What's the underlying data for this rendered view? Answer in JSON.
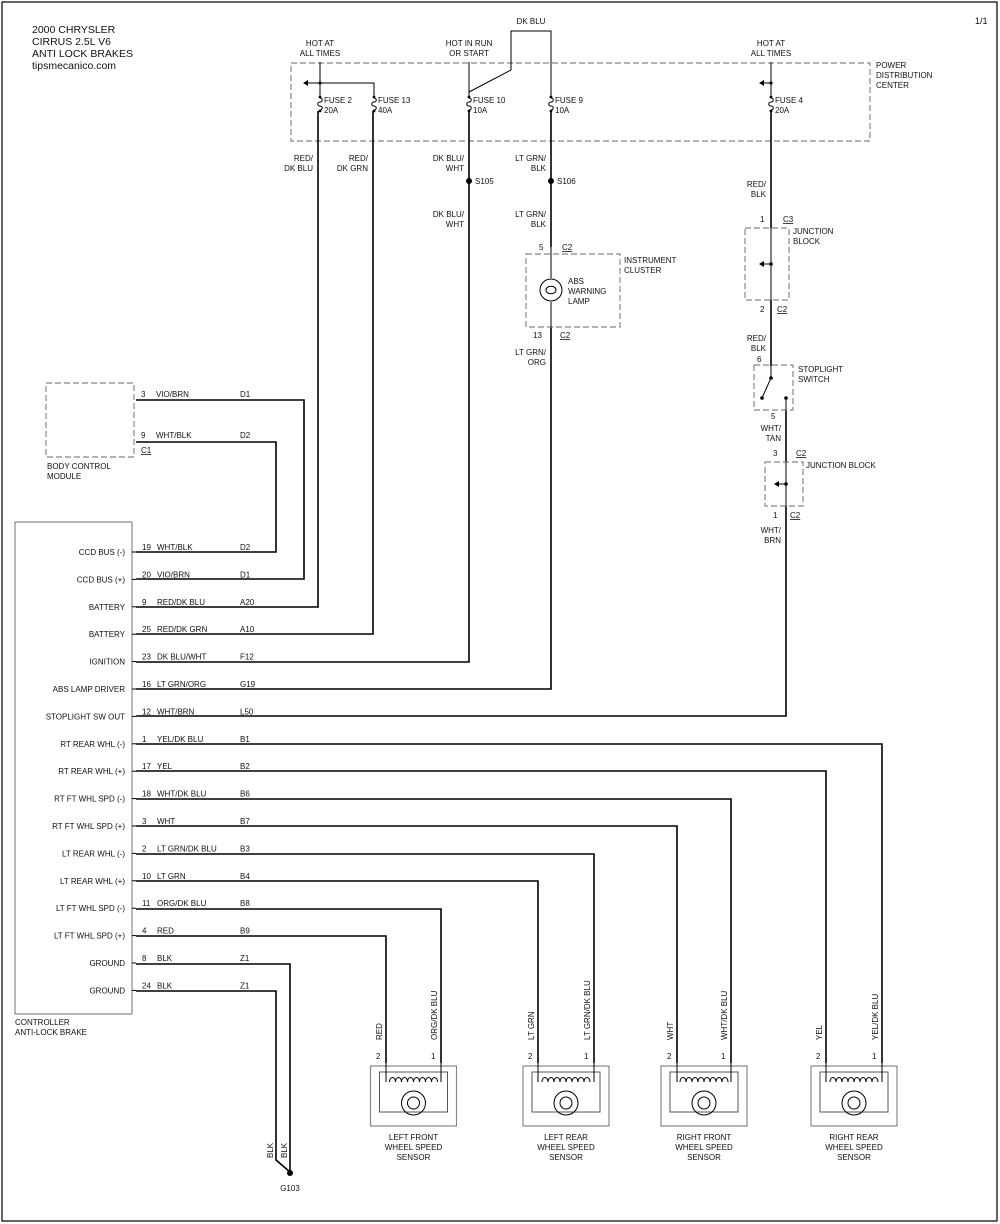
{
  "header": {
    "line1": "2000 CHRYSLER",
    "line2": "CIRRUS  2.5L  V6",
    "line3": "ANTI LOCK BRAKES",
    "line4": "tipsmecanico.com",
    "page": "1/1"
  },
  "pdc": {
    "label": [
      "POWER",
      "DISTRIBUTION",
      "CENTER"
    ],
    "hot_at_all_times": [
      "HOT AT",
      "ALL TIMES"
    ],
    "hot_in_run": [
      "HOT IN RUN",
      "OR START"
    ],
    "top_wire": "DK BLU",
    "fuses": [
      {
        "name": "FUSE 2",
        "amps": "20A"
      },
      {
        "name": "FUSE 13",
        "amps": "40A"
      },
      {
        "name": "FUSE 10",
        "amps": "10A"
      },
      {
        "name": "FUSE 9",
        "amps": "10A"
      },
      {
        "name": "FUSE 4",
        "amps": "20A"
      }
    ]
  },
  "feed_wires": {
    "red_dkblu": [
      "RED/",
      "DK BLU"
    ],
    "red_dkgrn": [
      "RED/",
      "DK GRN"
    ],
    "dkblu_wht": [
      "DK BLU/",
      "WHT"
    ],
    "ltgrn_blk": [
      "LT GRN/",
      "BLK"
    ],
    "red_blk": [
      "RED/",
      "BLK"
    ],
    "wht_tan": [
      "WHT/",
      "TAN"
    ],
    "wht_brn": [
      "WHT/",
      "BRN"
    ],
    "ltgrn_org": [
      "LT GRN/",
      "ORG"
    ]
  },
  "splices": {
    "s105": "S105",
    "s106": "S106"
  },
  "instrument_cluster": {
    "label": [
      "INSTRUMENT",
      "CLUSTER"
    ],
    "lamp": [
      "ABS",
      "WARNING",
      "LAMP"
    ],
    "pin_top": "5",
    "pin_bottom": "13",
    "connector": "C2"
  },
  "junction_block_1": {
    "label": [
      "JUNCTION",
      "BLOCK"
    ],
    "pin_top": "1",
    "conn_top": "C3",
    "pin_bottom": "2",
    "conn_bottom": "C2"
  },
  "stoplight_switch": {
    "label": [
      "STOPLIGHT",
      "SWITCH"
    ],
    "pin_top": "6",
    "pin_bottom": "5"
  },
  "junction_block_2": {
    "label": "JUNCTION BLOCK",
    "pin_top": "3",
    "conn_top": "C2",
    "pin_bottom": "1",
    "conn_bottom": "C2"
  },
  "bcm": {
    "label": [
      "BODY CONTROL",
      "MODULE"
    ],
    "connector": "C1",
    "pins": [
      {
        "pin": "3",
        "wire": "VIO/BRN",
        "circuit": "D1"
      },
      {
        "pin": "9",
        "wire": "WHT/BLK",
        "circuit": "D2"
      }
    ]
  },
  "controller": {
    "label": [
      "CONTROLLER",
      "ANTI-LOCK BRAKE"
    ],
    "pins": [
      {
        "name": "CCD BUS (-)",
        "pin": "19",
        "wire": "WHT/BLK",
        "circuit": "D2"
      },
      {
        "name": "CCD BUS (+)",
        "pin": "20",
        "wire": "VIO/BRN",
        "circuit": "D1"
      },
      {
        "name": "BATTERY",
        "pin": "9",
        "wire": "RED/DK BLU",
        "circuit": "A20"
      },
      {
        "name": "BATTERY",
        "pin": "25",
        "wire": "RED/DK GRN",
        "circuit": "A10"
      },
      {
        "name": "IGNITION",
        "pin": "23",
        "wire": "DK BLU/WHT",
        "circuit": "F12"
      },
      {
        "name": "ABS LAMP DRIVER",
        "pin": "16",
        "wire": "LT GRN/ORG",
        "circuit": "G19"
      },
      {
        "name": "STOPLIGHT SW OUT",
        "pin": "12",
        "wire": "WHT/BRN",
        "circuit": "L50"
      },
      {
        "name": "RT REAR WHL (-)",
        "pin": "1",
        "wire": "YEL/DK BLU",
        "circuit": "B1"
      },
      {
        "name": "RT REAR WHL (+)",
        "pin": "17",
        "wire": "YEL",
        "circuit": "B2"
      },
      {
        "name": "RT FT WHL SPD (-)",
        "pin": "18",
        "wire": "WHT/DK BLU",
        "circuit": "B6"
      },
      {
        "name": "RT FT WHL SPD (+)",
        "pin": "3",
        "wire": "WHT",
        "circuit": "B7"
      },
      {
        "name": "LT REAR WHL (-)",
        "pin": "2",
        "wire": "LT GRN/DK BLU",
        "circuit": "B3"
      },
      {
        "name": "LT REAR WHL (+)",
        "pin": "10",
        "wire": "LT GRN",
        "circuit": "B4"
      },
      {
        "name": "LT FT WHL SPD (-)",
        "pin": "11",
        "wire": "ORG/DK BLU",
        "circuit": "B8"
      },
      {
        "name": "LT FT WHL SPD (+)",
        "pin": "4",
        "wire": "RED",
        "circuit": "B9"
      },
      {
        "name": "GROUND",
        "pin": "8",
        "wire": "BLK",
        "circuit": "Z1"
      },
      {
        "name": "GROUND",
        "pin": "24",
        "wire": "BLK",
        "circuit": "Z1"
      }
    ]
  },
  "sensors": [
    {
      "label": [
        "LEFT FRONT",
        "WHEEL SPEED",
        "SENSOR"
      ],
      "wire2": "RED",
      "wire1": "ORG/DK BLU",
      "pin2": "2",
      "pin1": "1"
    },
    {
      "label": [
        "LEFT REAR",
        "WHEEL SPEED",
        "SENSOR"
      ],
      "wire2": "LT GRN",
      "wire1": "LT GRN/DK BLU",
      "pin2": "2",
      "pin1": "1"
    },
    {
      "label": [
        "RIGHT FRONT",
        "WHEEL SPEED",
        "SENSOR"
      ],
      "wire2": "WHT",
      "wire1": "WHT/DK BLU",
      "pin2": "2",
      "pin1": "1"
    },
    {
      "label": [
        "RIGHT REAR",
        "WHEEL SPEED",
        "SENSOR"
      ],
      "wire2": "YEL",
      "wire1": "YEL/DK BLU",
      "pin2": "2",
      "pin1": "1"
    }
  ],
  "ground": {
    "wire": "BLK",
    "name": "G103"
  }
}
